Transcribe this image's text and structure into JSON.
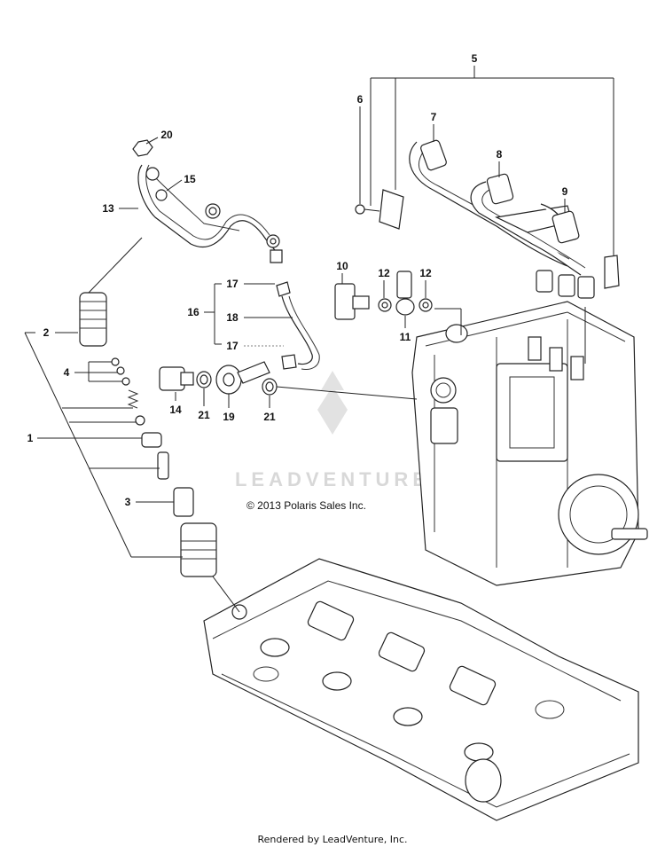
{
  "watermark": "LEADVENTURE",
  "copyright": "© 2013 Polaris Sales Inc.",
  "footer": "Rendered by LeadVenture, Inc.",
  "callouts": [
    {
      "id": "5",
      "label": "5"
    },
    {
      "id": "6",
      "label": "6"
    },
    {
      "id": "7",
      "label": "7"
    },
    {
      "id": "8",
      "label": "8"
    },
    {
      "id": "9",
      "label": "9"
    },
    {
      "id": "20",
      "label": "20"
    },
    {
      "id": "15",
      "label": "15"
    },
    {
      "id": "13",
      "label": "13"
    },
    {
      "id": "10",
      "label": "10"
    },
    {
      "id": "12a",
      "label": "12"
    },
    {
      "id": "12b",
      "label": "12"
    },
    {
      "id": "11",
      "label": "11"
    },
    {
      "id": "17a",
      "label": "17"
    },
    {
      "id": "16",
      "label": "16"
    },
    {
      "id": "18",
      "label": "18"
    },
    {
      "id": "17b",
      "label": "17"
    },
    {
      "id": "2",
      "label": "2"
    },
    {
      "id": "4",
      "label": "4"
    },
    {
      "id": "1",
      "label": "1"
    },
    {
      "id": "3",
      "label": "3"
    },
    {
      "id": "14",
      "label": "14"
    },
    {
      "id": "21a",
      "label": "21"
    },
    {
      "id": "19",
      "label": "19"
    },
    {
      "id": "21b",
      "label": "21"
    }
  ]
}
